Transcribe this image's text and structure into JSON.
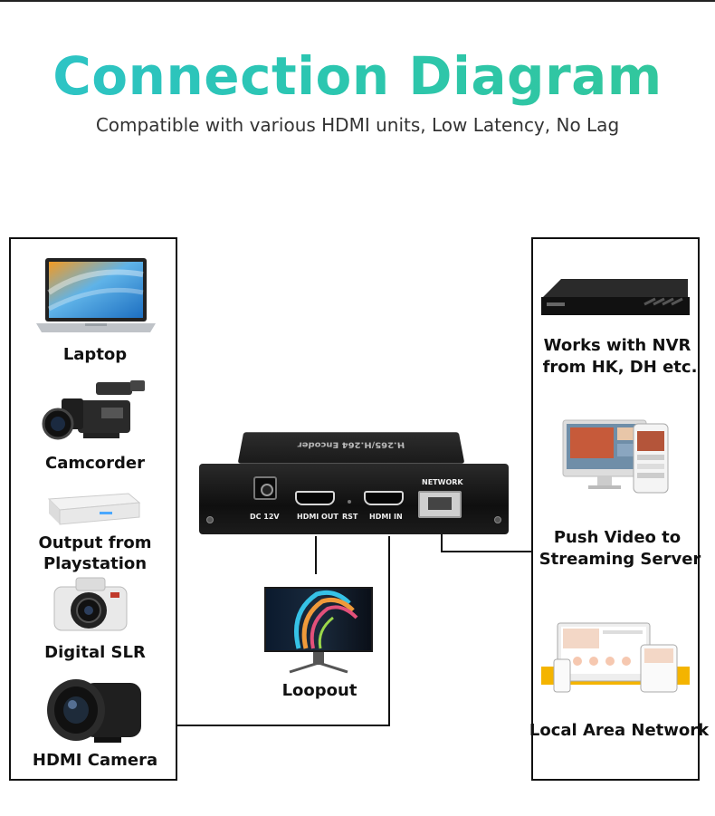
{
  "header": {
    "title": "Connection Diagram",
    "subtitle": "Compatible with various HDMI units, Low Latency, No Lag"
  },
  "sources": [
    {
      "label": "Laptop",
      "icon": "laptop-icon"
    },
    {
      "label": "Camcorder",
      "icon": "camcorder-icon"
    },
    {
      "label_line1": "Output from",
      "label_line2": "Playstation",
      "icon": "game-console-icon"
    },
    {
      "label": "Digital SLR",
      "icon": "camera-icon"
    },
    {
      "label": "HDMI Camera",
      "icon": "hdmi-camera-icon"
    }
  ],
  "device": {
    "top_text": "H.265/H.264 Encoder",
    "ports": {
      "dc": "DC 12V",
      "hdmi_out": "HDMI OUT",
      "rst": "RST",
      "hdmi_in": "HDMI IN",
      "network": "NETWORK"
    }
  },
  "loopout": {
    "label": "Loopout",
    "icon": "monitor-icon"
  },
  "destinations": [
    {
      "label_line1": "Works with NVR",
      "label_line2": "from HK, DH etc.",
      "icon": "nvr-icon"
    },
    {
      "label_line1": "Push Video to",
      "label_line2": "Streaming Server",
      "icon": "streaming-screens-icon"
    },
    {
      "label": "Local Area Network",
      "icon": "lan-devices-icon"
    }
  ],
  "colors": {
    "title_gradient_start": "#2ec3c9",
    "title_gradient_end": "#33c79a",
    "lines": "#111111"
  }
}
